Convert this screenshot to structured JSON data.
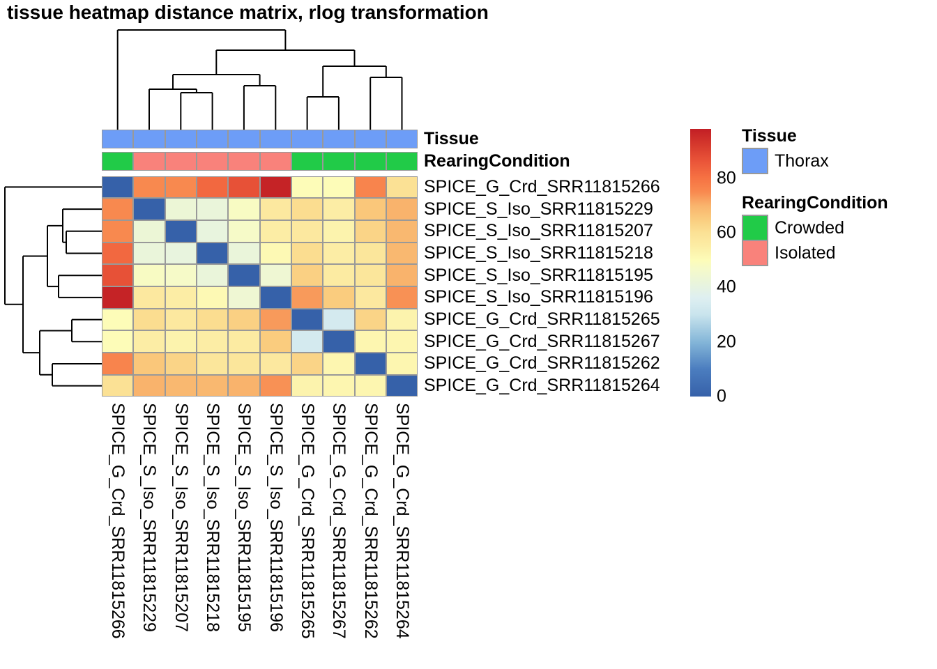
{
  "title": "tissue heatmap distance matrix, rlog transformation",
  "chart_data": {
    "type": "heatmap",
    "title": "tissue heatmap distance matrix, rlog transformation",
    "rows": [
      "SPICE_G_Crd_SRR11815266",
      "SPICE_S_Iso_SRR11815229",
      "SPICE_S_Iso_SRR11815207",
      "SPICE_S_Iso_SRR11815218",
      "SPICE_S_Iso_SRR11815195",
      "SPICE_S_Iso_SRR11815196",
      "SPICE_G_Crd_SRR11815265",
      "SPICE_G_Crd_SRR11815267",
      "SPICE_G_Crd_SRR11815262",
      "SPICE_G_Crd_SRR11815264"
    ],
    "columns": [
      "SPICE_G_Crd_SRR11815266",
      "SPICE_S_Iso_SRR11815229",
      "SPICE_S_Iso_SRR11815207",
      "SPICE_S_Iso_SRR11815218",
      "SPICE_S_Iso_SRR11815195",
      "SPICE_S_Iso_SRR11815196",
      "SPICE_G_Crd_SRR11815265",
      "SPICE_G_Crd_SRR11815267",
      "SPICE_G_Crd_SRR11815262",
      "SPICE_G_Crd_SRR11815264"
    ],
    "values": [
      [
        0,
        75,
        75,
        82,
        87,
        97,
        50,
        50,
        76,
        60
      ],
      [
        75,
        0,
        43,
        42,
        48,
        57,
        61,
        55,
        66,
        70
      ],
      [
        75,
        43,
        0,
        41,
        47,
        55,
        57,
        53,
        63,
        69
      ],
      [
        82,
        42,
        41,
        0,
        42,
        51,
        61,
        55,
        58,
        69
      ],
      [
        87,
        48,
        47,
        42,
        0,
        44,
        64,
        56,
        58,
        70
      ],
      [
        97,
        57,
        55,
        51,
        44,
        0,
        73,
        65,
        57,
        74
      ],
      [
        50,
        61,
        57,
        61,
        64,
        73,
        0,
        33,
        63,
        53
      ],
      [
        50,
        55,
        53,
        55,
        56,
        65,
        33,
        0,
        52,
        52
      ],
      [
        76,
        66,
        63,
        58,
        58,
        57,
        63,
        52,
        0,
        52
      ],
      [
        60,
        70,
        69,
        69,
        70,
        74,
        53,
        52,
        52,
        0
      ]
    ],
    "color_scale": {
      "min": 0,
      "max": 98,
      "ticks": [
        80,
        60,
        40,
        20,
        0
      ],
      "palette": [
        {
          "v": 0,
          "c": "#3661A9"
        },
        {
          "v": 10,
          "c": "#4B7DBF"
        },
        {
          "v": 20,
          "c": "#84B6D8"
        },
        {
          "v": 30,
          "c": "#C9E4ED"
        },
        {
          "v": 36,
          "c": "#DEEFF1"
        },
        {
          "v": 42,
          "c": "#EAF5DA"
        },
        {
          "v": 47,
          "c": "#F6FAC8"
        },
        {
          "v": 50,
          "c": "#FDFCB8"
        },
        {
          "v": 55,
          "c": "#FCEDA5"
        },
        {
          "v": 60,
          "c": "#FBE195"
        },
        {
          "v": 65,
          "c": "#FACC7E"
        },
        {
          "v": 70,
          "c": "#F9B36C"
        },
        {
          "v": 75,
          "c": "#F8894F"
        },
        {
          "v": 80,
          "c": "#F67243"
        },
        {
          "v": 86,
          "c": "#EA5539"
        },
        {
          "v": 92,
          "c": "#D63A2D"
        },
        {
          "v": 98,
          "c": "#C21E25"
        }
      ]
    },
    "legend_position": "right",
    "grid": true
  },
  "annotations": {
    "tissue_label": "Tissue",
    "rearing_label": "RearingCondition",
    "tissue_values": [
      "Thorax",
      "Thorax",
      "Thorax",
      "Thorax",
      "Thorax",
      "Thorax",
      "Thorax",
      "Thorax",
      "Thorax",
      "Thorax"
    ],
    "rearing_values": [
      "Crowded",
      "Isolated",
      "Isolated",
      "Isolated",
      "Isolated",
      "Isolated",
      "Crowded",
      "Crowded",
      "Crowded",
      "Crowded"
    ],
    "colors": {
      "Thorax": "#6D9DF7",
      "Crowded": "#21CB48",
      "Isolated": "#F9827B"
    }
  },
  "legend": {
    "tissue_header": "Tissue",
    "tissue_items": [
      {
        "label": "Thorax",
        "color": "#6D9DF7"
      }
    ],
    "rearing_header": "RearingCondition",
    "rearing_items": [
      {
        "label": "Crowded",
        "color": "#21CB48"
      },
      {
        "label": "Isolated",
        "color": "#F9827B"
      }
    ],
    "scale_tick_labels": [
      "80",
      "60",
      "40",
      "20",
      "0"
    ]
  },
  "dendrograms": {
    "top": {
      "segments": [
        [
          168.7,
          43,
          409.4,
          43
        ],
        [
          168.7,
          43,
          168.7,
          186
        ],
        [
          409.4,
          43,
          409.4,
          72
        ],
        [
          310.3,
          72,
          508.5,
          72
        ],
        [
          310.3,
          72,
          310.3,
          107
        ],
        [
          508.5,
          72,
          508.5,
          95
        ],
        [
          248,
          107,
          372.6,
          107
        ],
        [
          248,
          107,
          248,
          128
        ],
        [
          372.6,
          107,
          372.6,
          123
        ],
        [
          214,
          128,
          281.9,
          128
        ],
        [
          214,
          128,
          214,
          186
        ],
        [
          281.9,
          128,
          281.9,
          133
        ],
        [
          259.3,
          133,
          304.6,
          133
        ],
        [
          259.3,
          133,
          259.3,
          186
        ],
        [
          304.6,
          133,
          304.6,
          186
        ],
        [
          349.9,
          123,
          395.3,
          123
        ],
        [
          349.9,
          123,
          349.9,
          186
        ],
        [
          395.3,
          123,
          395.3,
          186
        ],
        [
          463.2,
          95,
          553.8,
          95
        ],
        [
          463.2,
          95,
          463.2,
          139
        ],
        [
          553.8,
          95,
          553.8,
          111
        ],
        [
          440.6,
          139,
          485.9,
          139
        ],
        [
          440.6,
          139,
          440.6,
          186
        ],
        [
          485.9,
          139,
          485.9,
          186
        ],
        [
          531.2,
          111,
          576.5,
          111
        ],
        [
          531.2,
          111,
          531.2,
          186
        ],
        [
          576.5,
          111,
          576.5,
          186
        ]
      ]
    },
    "left": {
      "segments": [
        [
          7,
          268.4,
          146,
          268.4
        ],
        [
          7,
          268.4,
          7,
          436.8
        ],
        [
          7,
          436.8,
          33,
          436.8
        ],
        [
          33,
          367.5,
          33,
          506.1
        ],
        [
          33,
          367.5,
          68,
          367.5
        ],
        [
          68,
          323.9,
          68,
          411.1
        ],
        [
          68,
          411.1,
          84,
          411.1
        ],
        [
          84,
          395.2,
          84,
          426.9
        ],
        [
          84,
          395.2,
          146,
          395.2
        ],
        [
          84,
          426.9,
          146,
          426.9
        ],
        [
          68,
          323.9,
          90,
          323.9
        ],
        [
          90,
          300.1,
          90,
          347.7
        ],
        [
          90,
          300.1,
          146,
          300.1
        ],
        [
          90,
          347.7,
          95,
          347.7
        ],
        [
          95,
          331.8,
          95,
          363.5
        ],
        [
          95,
          331.8,
          146,
          331.8
        ],
        [
          95,
          363.5,
          146,
          363.5
        ],
        [
          33,
          506.1,
          57,
          506.1
        ],
        [
          57,
          474.5,
          57,
          537.8
        ],
        [
          57,
          474.5,
          103,
          474.5
        ],
        [
          103,
          458.6,
          103,
          490.3
        ],
        [
          103,
          458.6,
          146,
          458.6
        ],
        [
          103,
          490.3,
          146,
          490.3
        ],
        [
          57,
          537.8,
          75,
          537.8
        ],
        [
          75,
          522,
          75,
          553.6
        ],
        [
          75,
          522,
          146,
          522
        ],
        [
          75,
          553.6,
          146,
          553.6
        ]
      ]
    }
  }
}
